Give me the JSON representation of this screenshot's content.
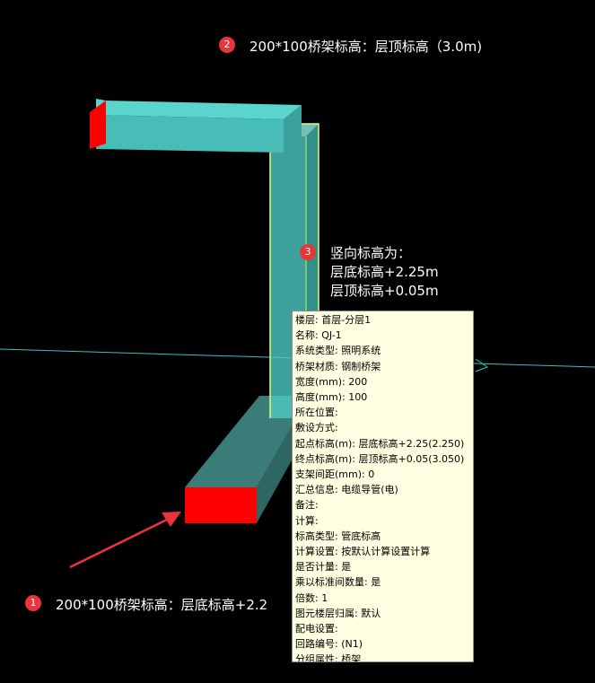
{
  "annotations": [
    {
      "badge": "2",
      "text": "200*100桥架标高：层顶标高（3.0m)"
    },
    {
      "badge": "3",
      "lines": [
        "竖向标高为：",
        "层底标高+2.25m",
        "层顶标高+0.05m"
      ]
    },
    {
      "badge": "1",
      "text": "200*100桥架标高：层底标高+2.2"
    }
  ],
  "tooltip": [
    "楼层: 首层-分层1",
    "名称: QJ-1",
    "系统类型: 照明系统",
    "桥架材质: 钢制桥架",
    "宽度(mm): 200",
    "高度(mm): 100",
    "所在位置:",
    "敷设方式:",
    "起点标高(m): 层底标高+2.25(2.250)",
    "终点标高(m): 层顶标高+0.05(3.050)",
    "支架间距(mm): 0",
    "汇总信息: 电缆导管(电)",
    "备注:",
    "计算:",
    "标高类型: 管底标高",
    "计算设置: 按默认计算设置计算",
    "是否计量: 是",
    "乘以标准间数量: 是",
    "倍数: 1",
    "图元楼层归属: 默认",
    "配电设置:",
    "回路编号: (N1)",
    "分组属性: 桥架"
  ],
  "colors": {
    "background": "#000000",
    "tray": "#4fd1cb",
    "tray_end": "#ff0000",
    "badge": "#e8353a",
    "tooltip_bg": "#ffffe1"
  }
}
